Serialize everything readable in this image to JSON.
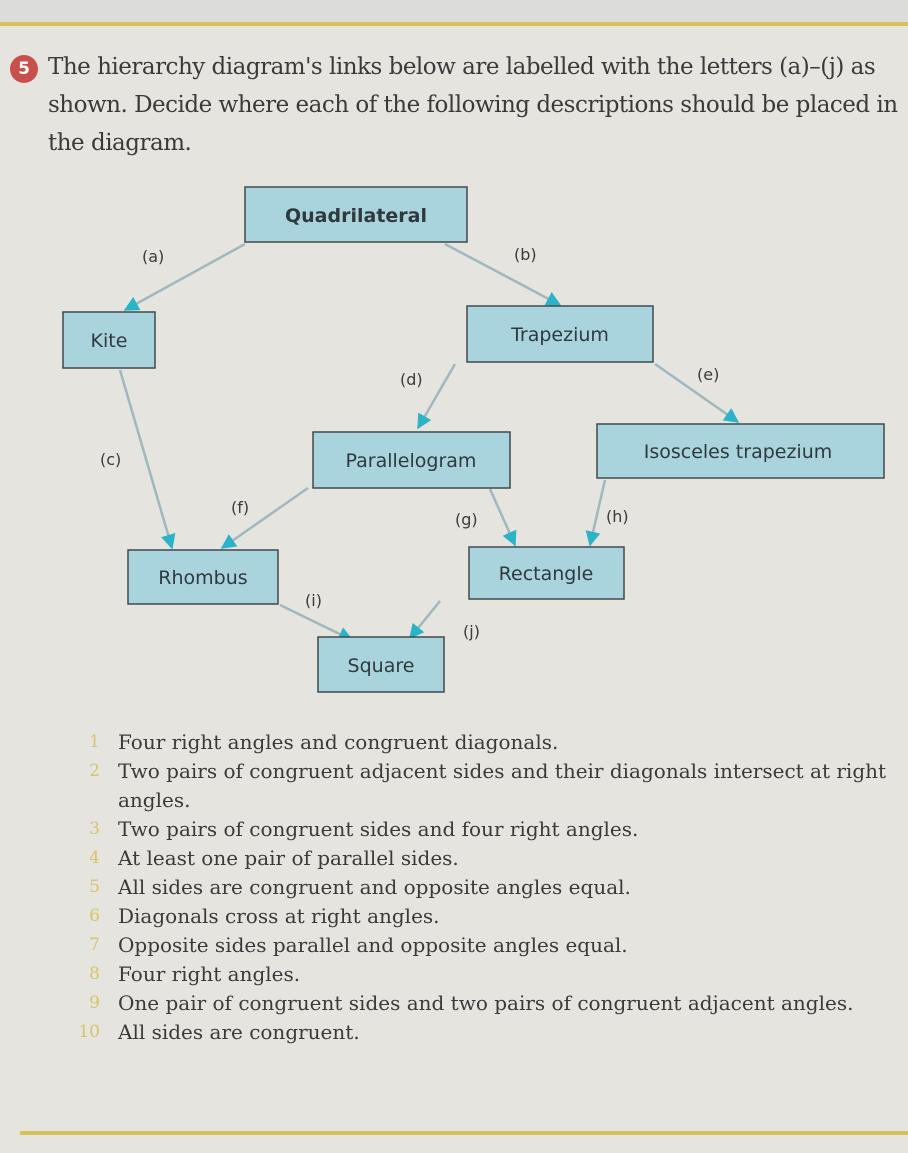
{
  "question": {
    "number": "5",
    "prompt": "The hierarchy diagram's links below are labelled with the letters (a)–(j) as shown. Decide where each of the following descriptions should be placed in the diagram."
  },
  "diagram": {
    "nodes": {
      "quadrilateral": "Quadrilateral",
      "kite": "Kite",
      "trapezium": "Trapezium",
      "parallelogram": "Parallelogram",
      "isosceles_trapezium": "Isosceles trapezium",
      "rhombus": "Rhombus",
      "rectangle": "Rectangle",
      "square": "Square"
    },
    "links": {
      "a": "(a)",
      "b": "(b)",
      "c": "(c)",
      "d": "(d)",
      "e": "(e)",
      "f": "(f)",
      "g": "(g)",
      "h": "(h)",
      "i": "(i)",
      "j": "(j)"
    },
    "colors": {
      "box": "#a9d3dd",
      "arrow": "#2bb3c8",
      "line": "#9aa4a6"
    }
  },
  "descriptions": [
    {
      "n": "1",
      "text": "Four right angles and congruent diagonals."
    },
    {
      "n": "2",
      "text": "Two pairs of congruent adjacent sides and their diagonals intersect at right angles."
    },
    {
      "n": "3",
      "text": "Two pairs of congruent sides and four right angles."
    },
    {
      "n": "4",
      "text": "At least one pair of parallel sides."
    },
    {
      "n": "5",
      "text": "All sides are congruent and opposite angles equal."
    },
    {
      "n": "6",
      "text": "Diagonals cross at right angles."
    },
    {
      "n": "7",
      "text": "Opposite sides parallel and opposite angles equal."
    },
    {
      "n": "8",
      "text": "Four right angles."
    },
    {
      "n": "9",
      "text": "One pair of congruent sides and two pairs of congruent adjacent angles."
    },
    {
      "n": "10",
      "text": "All sides are congruent."
    }
  ]
}
